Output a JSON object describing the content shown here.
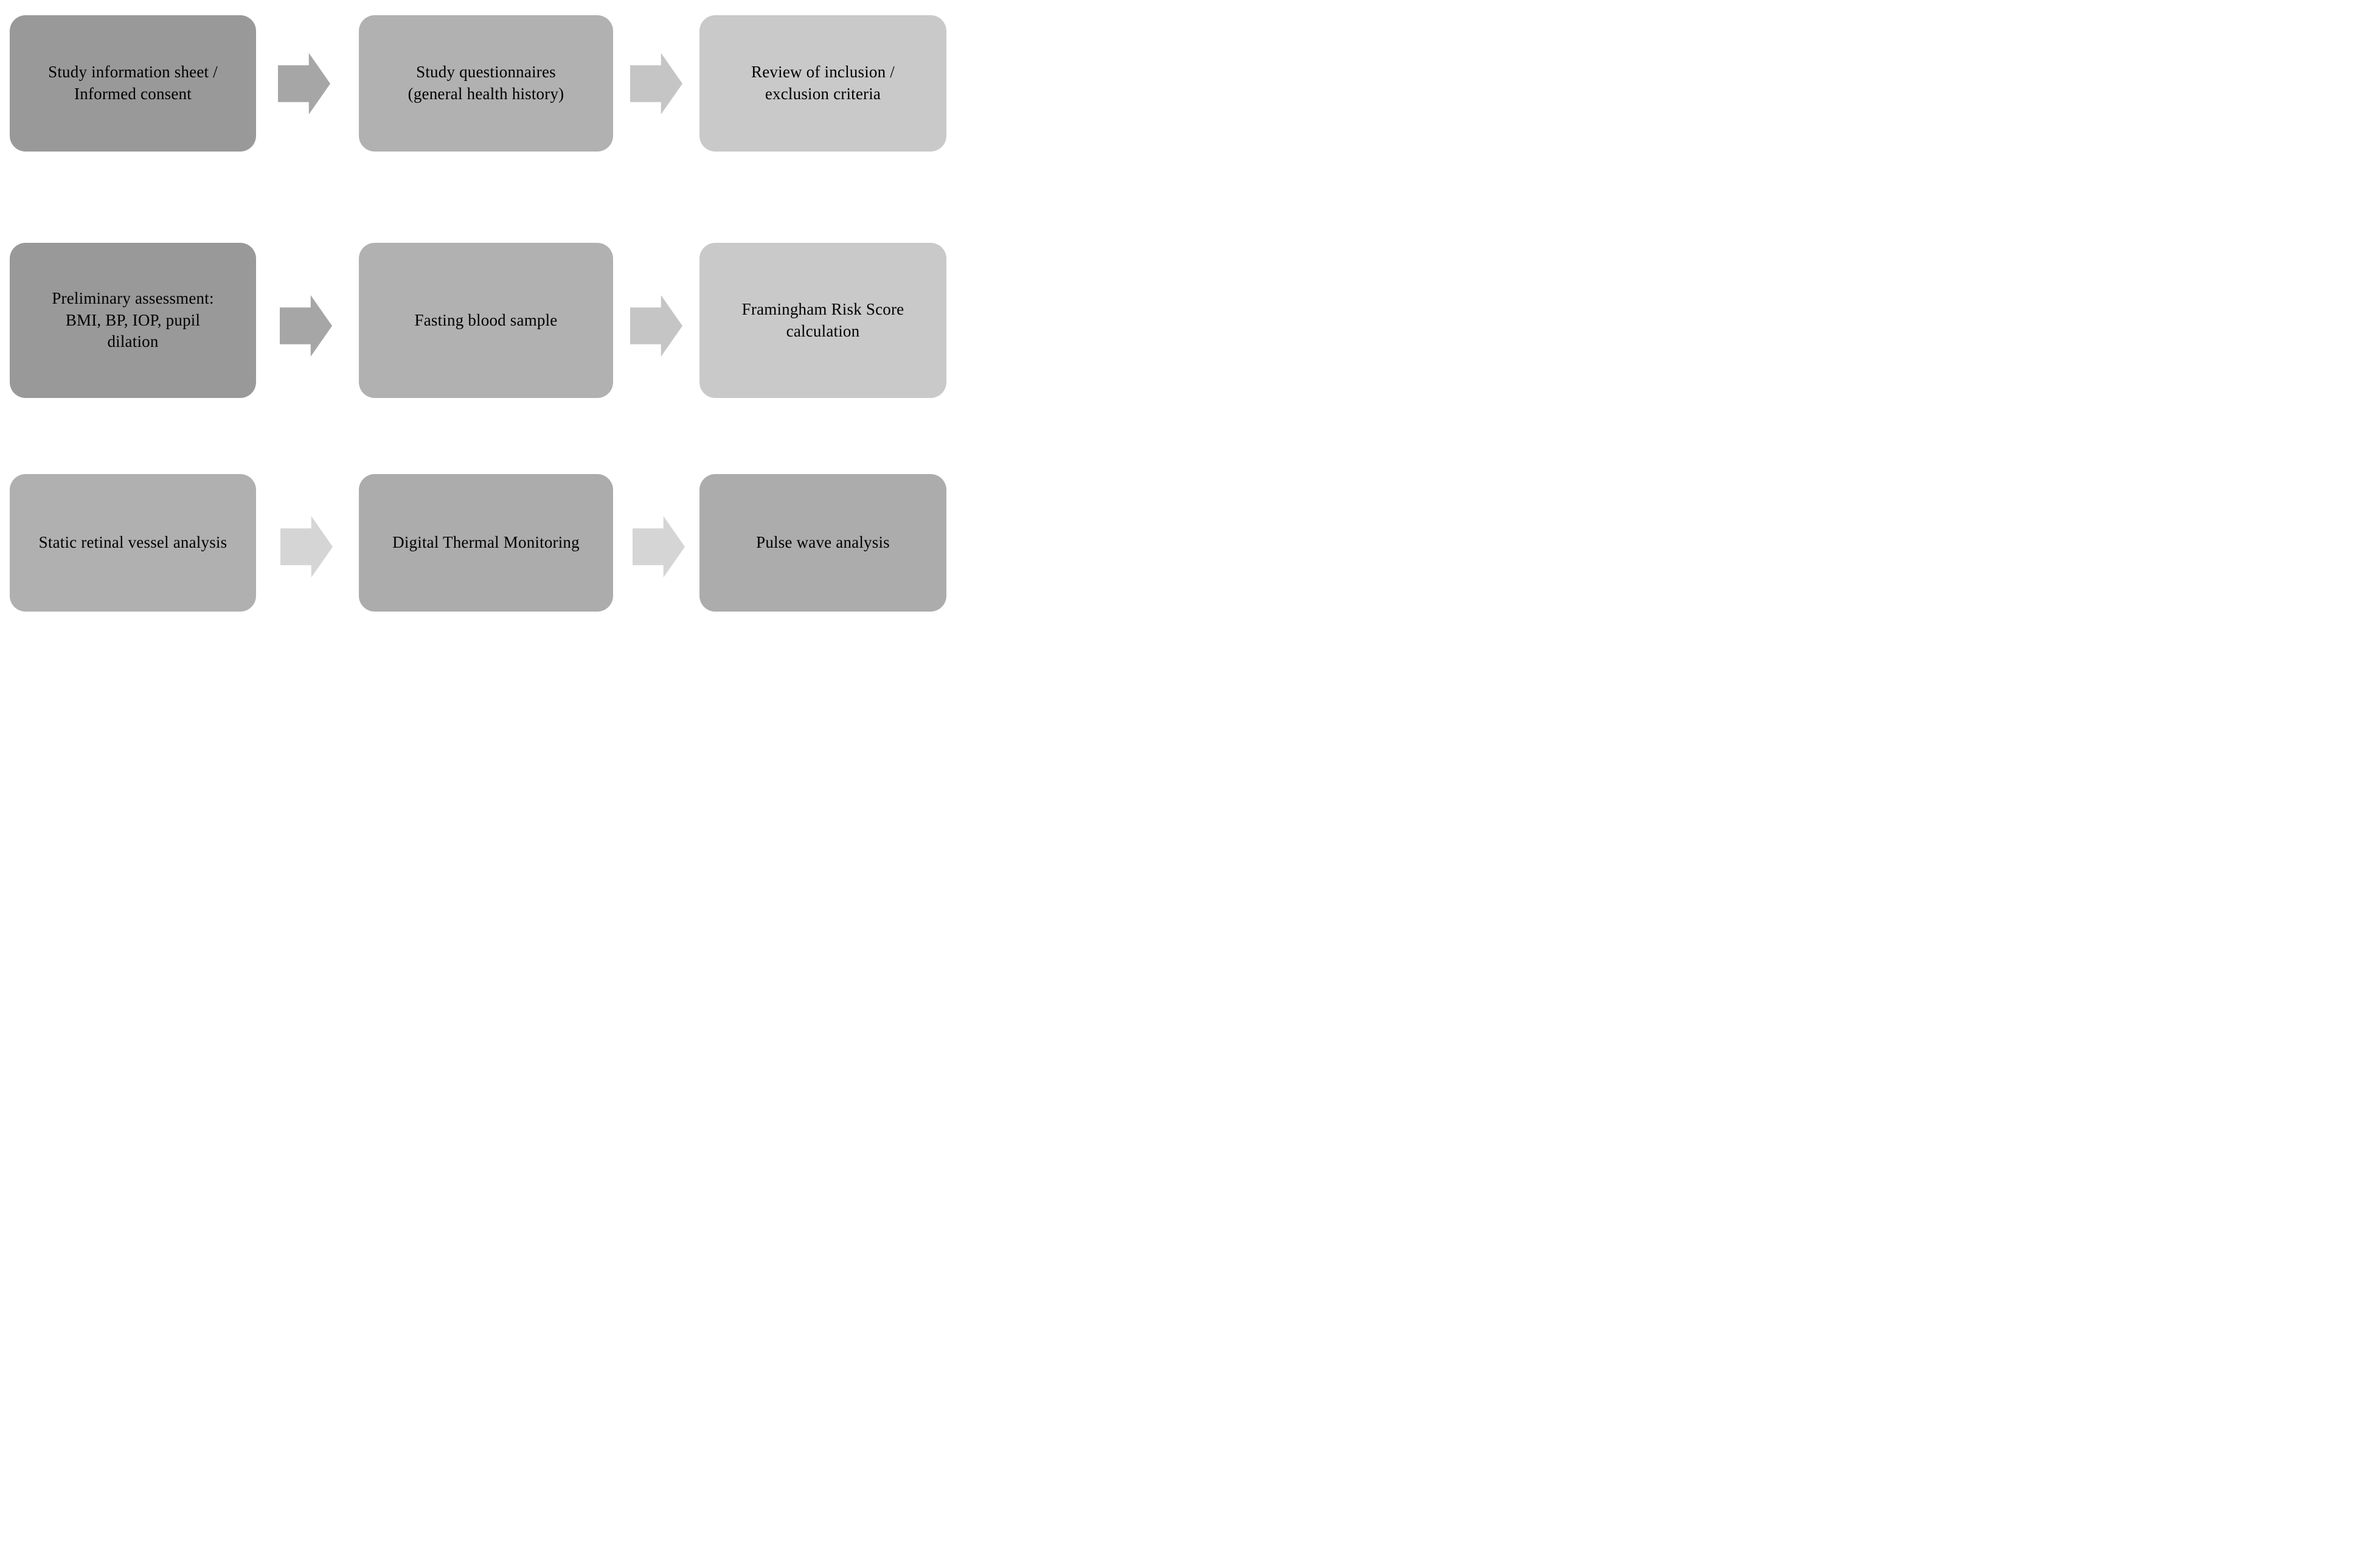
{
  "diagram": {
    "background_color": "#ffffff",
    "text_color": "#000000",
    "rows": [
      {
        "boxes": [
          {
            "label": "Study information sheet /\nInformed consent",
            "fill": "#999999"
          },
          {
            "label": "Study questionnaires\n(general health history)",
            "fill": "#b1b1b1"
          },
          {
            "label": "Review of inclusion /\nexclusion criteria",
            "fill": "#c9c9c9"
          }
        ],
        "arrows": [
          {
            "fill": "#a6a6a6"
          },
          {
            "fill": "#c5c5c5"
          }
        ]
      },
      {
        "boxes": [
          {
            "label": "Preliminary assessment:\nBMI, BP, IOP, pupil\ndilation",
            "fill": "#999999"
          },
          {
            "label": "Fasting blood sample",
            "fill": "#b1b1b1"
          },
          {
            "label": "Framingham Risk Score\ncalculation",
            "fill": "#c9c9c9"
          }
        ],
        "arrows": [
          {
            "fill": "#a6a6a6"
          },
          {
            "fill": "#c5c5c5"
          }
        ]
      },
      {
        "boxes": [
          {
            "label": "Static retinal vessel analysis",
            "fill": "#b0b0b0"
          },
          {
            "label": "Digital Thermal Monitoring",
            "fill": "#acacac"
          },
          {
            "label": "Pulse wave analysis",
            "fill": "#acacac"
          }
        ],
        "arrows": [
          {
            "fill": "#d5d5d5"
          },
          {
            "fill": "#d5d5d5"
          }
        ]
      }
    ]
  }
}
